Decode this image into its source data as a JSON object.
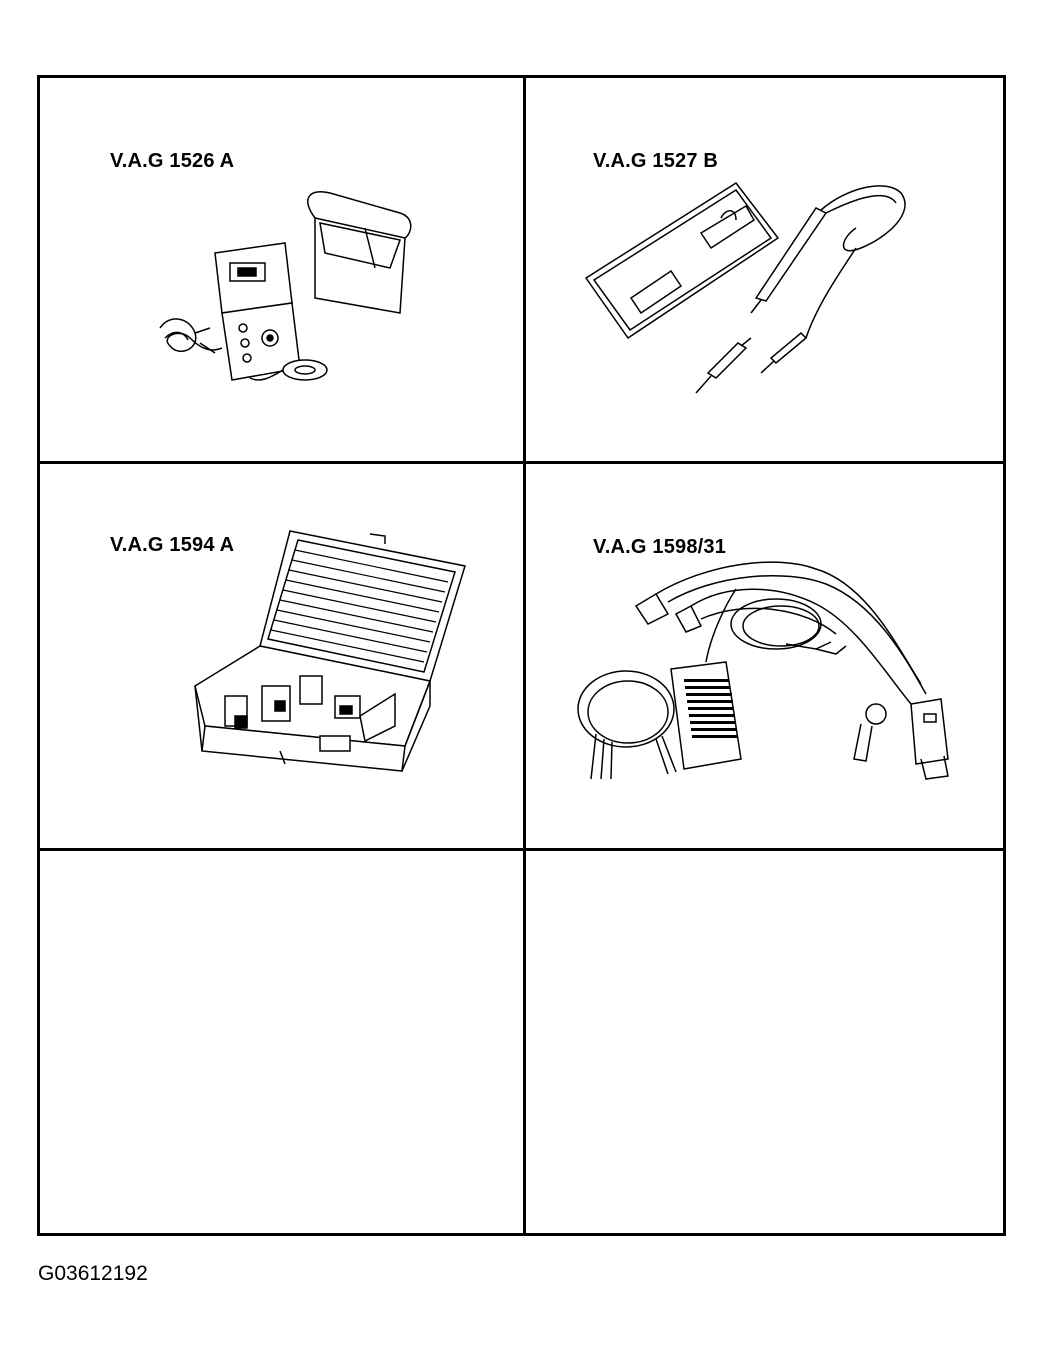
{
  "cells": [
    {
      "label": "V.A.G 1526 A",
      "illustration": "multimeter-kit-icon"
    },
    {
      "label": "V.A.G 1527 B",
      "illustration": "voltage-tester-icon"
    },
    {
      "label": "V.A.G 1594 A",
      "illustration": "adapter-set-case-icon"
    },
    {
      "label": "V.A.G 1598/31",
      "illustration": "test-box-harness-icon"
    },
    {
      "label": ""
    },
    {
      "label": ""
    }
  ],
  "figure_code": "G03612192"
}
